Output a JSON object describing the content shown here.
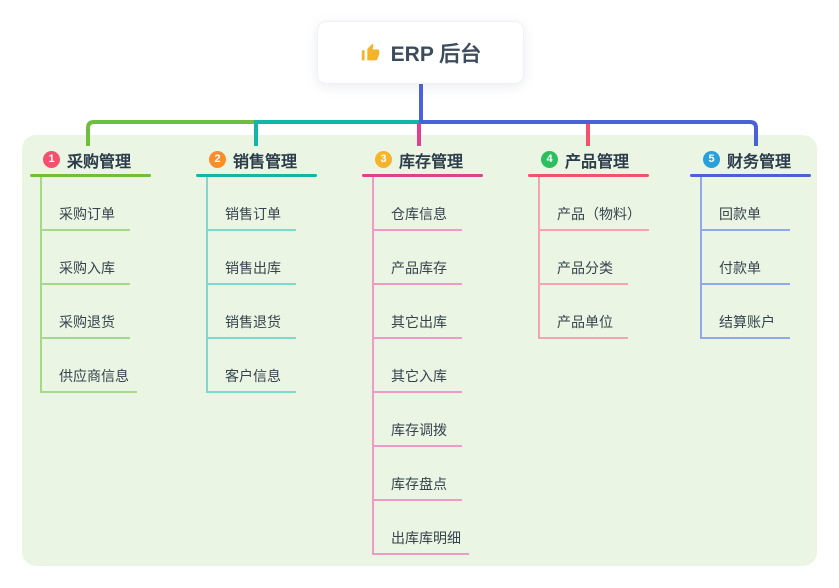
{
  "root": {
    "icon": "thumbs-up-icon",
    "title": "ERP 后台"
  },
  "panel": {
    "background": "#eaf6e3"
  },
  "trunk_color": "#4a62d8",
  "icon_color": "#f3b32b",
  "branches": [
    {
      "badge": "1",
      "label": "采购管理",
      "badge_color": "#f4516c",
      "line_color": "#6fbf3f",
      "light_line_color": "#a5d88a",
      "items": [
        "采购订单",
        "采购入库",
        "采购退货",
        "供应商信息"
      ]
    },
    {
      "badge": "2",
      "label": "销售管理",
      "badge_color": "#f98e2b",
      "line_color": "#12b5a6",
      "light_line_color": "#7ed9ce",
      "items": [
        "销售订单",
        "销售出库",
        "销售退货",
        "客户信息"
      ]
    },
    {
      "badge": "3",
      "label": "库存管理",
      "badge_color": "#f7b32b",
      "line_color": "#e03f92",
      "light_line_color": "#f09ac8",
      "items": [
        "仓库信息",
        "产品库存",
        "其它出库",
        "其它入库",
        "库存调拨",
        "库存盘点",
        "出库库明细"
      ]
    },
    {
      "badge": "4",
      "label": "产品管理",
      "badge_color": "#2dbe60",
      "line_color": "#f4516c",
      "light_line_color": "#f9a3b2",
      "items": [
        "产品（物料）",
        "产品分类",
        "产品单位"
      ]
    },
    {
      "badge": "5",
      "label": "财务管理",
      "badge_color": "#29a0da",
      "line_color": "#4a62d8",
      "light_line_color": "#93a7ea",
      "items": [
        "回款单",
        "付款单",
        "结算账户"
      ]
    }
  ]
}
